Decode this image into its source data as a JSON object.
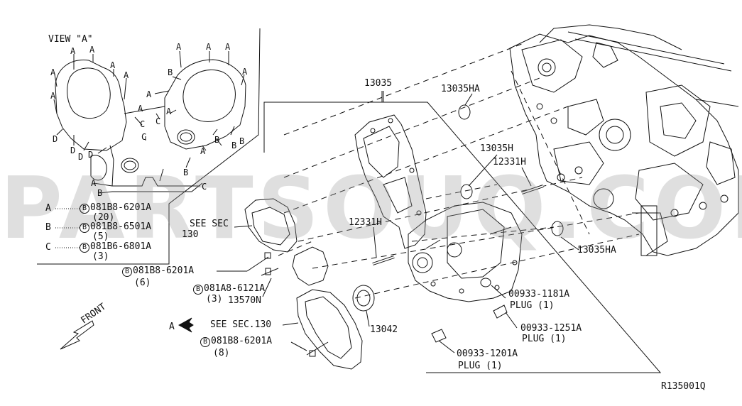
{
  "watermark": "PARTSOUQ.COM",
  "view_a": {
    "title": "VIEW \"A\"",
    "letters": {
      "a": "A",
      "b": "B",
      "c": "C",
      "d": "D"
    },
    "legend": [
      {
        "key": "A",
        "part": "081B8-6201A",
        "qty": "(20)"
      },
      {
        "key": "B",
        "part": "081B8-6501A",
        "qty": "(5)"
      },
      {
        "key": "C",
        "part": "081B6-6801A",
        "qty": "(3)"
      }
    ],
    "bolt_symbol": "B"
  },
  "callouts": {
    "p13035": "13035",
    "p13035ha_top": "13035HA",
    "p13035h": "13035H",
    "p12331h_right": "12331H",
    "p12331h_left": "12331H",
    "p13035ha_bottom": "13035HA",
    "see_sec_top_1": "SEE SEC",
    "see_sec_top_2": "130",
    "bolt_6201_part": "081B8-6201A",
    "bolt_6201_qty": "(6)",
    "bolt_6121_part": "081A8-6121A",
    "bolt_6121_qty": "(3)",
    "p13570n": "13570N",
    "see_sec_bottom": "SEE SEC.130",
    "p13042": "13042",
    "bolt_8_part": "081B8-6201A",
    "bolt_8_qty": "(8)",
    "plug1181_part": "00933-1181A",
    "plug1181_label": "PLUG (1)",
    "plug1251_part": "00933-1251A",
    "plug1251_label": "PLUG (1)",
    "plug1201_part": "00933-1201A",
    "plug1201_label": "PLUG (1)",
    "view_arrow_letter": "A",
    "front": "FRONT",
    "diagram_code": "R135001Q"
  }
}
